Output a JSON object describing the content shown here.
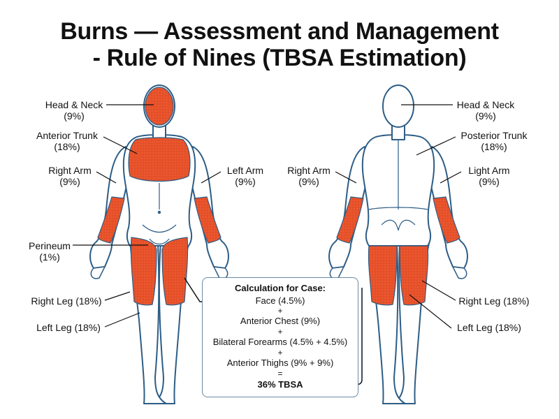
{
  "title": {
    "line1": "Burns — Assessment and Management",
    "line2": "- Rule of Nines (TBSA Estimation)"
  },
  "colors": {
    "burn": "#e8522a",
    "outline": "#2d5d86",
    "skin": "#ffffff",
    "shade": "#e3edf6",
    "text": "#111111"
  },
  "front_labels": {
    "head_neck": {
      "name": "Head & Neck",
      "pct": "(9%)"
    },
    "anterior_trunk": {
      "name": "Anterior Trunk",
      "pct": "(18%)"
    },
    "right_arm": {
      "name": "Right Arm",
      "pct": "(9%)"
    },
    "left_arm": {
      "name": "Left Arm",
      "pct": "(9%)"
    },
    "perineum": {
      "name": "Perineum",
      "pct": "(1%)"
    },
    "right_leg": "Right Leg (18%)",
    "left_leg": "Left Leg (18%)"
  },
  "back_labels": {
    "head_neck": {
      "name": "Head & Neck",
      "pct": "(9%)"
    },
    "posterior_trunk": {
      "name": "Posterior Trunk",
      "pct": "(18%)"
    },
    "right_arm": {
      "name": "Right Arm",
      "pct": "(9%)"
    },
    "light_arm": {
      "name": "Light Arm",
      "pct": "(9%)"
    },
    "right_leg": "Right Leg (18%)",
    "left_leg": "Left Leg (18%)"
  },
  "calculation": {
    "heading": "Calculation for Case:",
    "face": "Face (4.5%)",
    "plus": "+",
    "anterior_chest": "Anterior Chest (9%)",
    "bilateral_forearms": "Bilateral Forearms (4.5% + 4.5%)",
    "anterior_thighs": "Anterior Thighs (9% + 9%)",
    "equals": "=",
    "total": "36% TBSA"
  }
}
